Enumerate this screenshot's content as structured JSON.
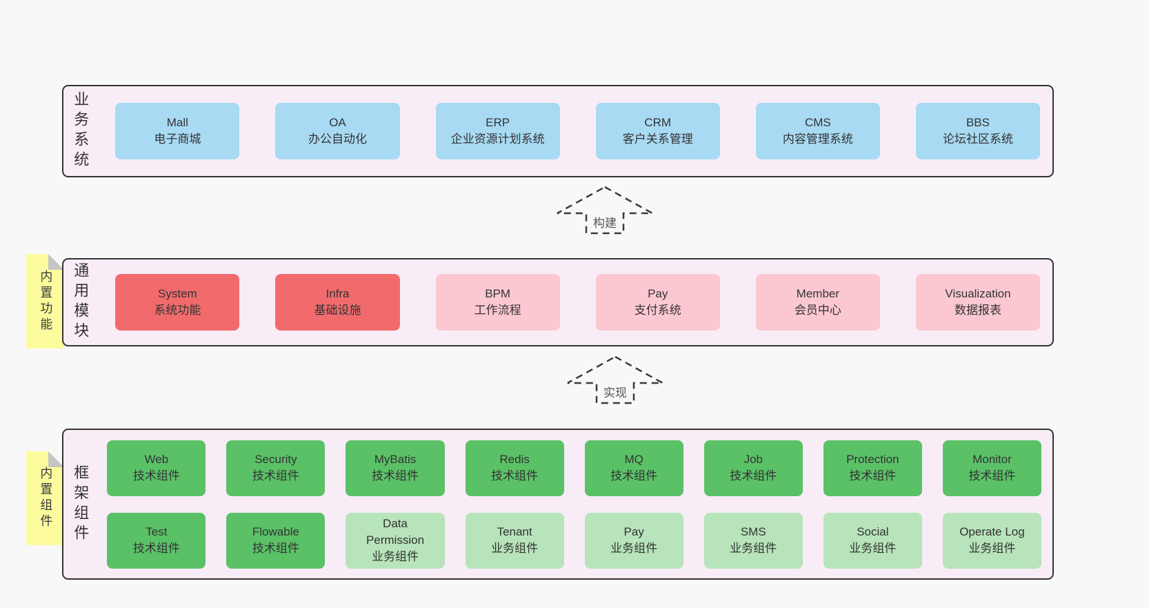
{
  "colors": {
    "blue": "#a8daf3",
    "red": "#f16b6d",
    "pink": "#fbc8d2",
    "green": "#5ac167",
    "lightgreen": "#b7e4ba",
    "panel_bg": "#f8edf7",
    "panel_border": "#333333",
    "tag_bg": "#fcfc9e",
    "page_bg": "#f8f8f8"
  },
  "sections": {
    "business": {
      "label": "业务系统",
      "boxes": [
        {
          "en": "Mall",
          "zh": "电子商城",
          "color": "blue"
        },
        {
          "en": "OA",
          "zh": "办公自动化",
          "color": "blue"
        },
        {
          "en": "ERP",
          "zh": "企业资源计划系统",
          "color": "blue"
        },
        {
          "en": "CRM",
          "zh": "客户关系管理",
          "color": "blue"
        },
        {
          "en": "CMS",
          "zh": "内容管理系统",
          "color": "blue"
        },
        {
          "en": "BBS",
          "zh": "论坛社区系统",
          "color": "blue"
        }
      ]
    },
    "modules": {
      "label": "通用模块",
      "tag": "内置功能",
      "boxes": [
        {
          "en": "System",
          "zh": "系统功能",
          "color": "red"
        },
        {
          "en": "Infra",
          "zh": "基础设施",
          "color": "red"
        },
        {
          "en": "BPM",
          "zh": "工作流程",
          "color": "pink"
        },
        {
          "en": "Pay",
          "zh": "支付系统",
          "color": "pink"
        },
        {
          "en": "Member",
          "zh": "会员中心",
          "color": "pink"
        },
        {
          "en": "Visualization",
          "zh": "数据报表",
          "color": "pink"
        }
      ]
    },
    "framework": {
      "label": "框架组件",
      "tag": "内置组件",
      "boxes": [
        {
          "en": "Web",
          "zh": "技术组件",
          "color": "green"
        },
        {
          "en": "Security",
          "zh": "技术组件",
          "color": "green"
        },
        {
          "en": "MyBatis",
          "zh": "技术组件",
          "color": "green"
        },
        {
          "en": "Redis",
          "zh": "技术组件",
          "color": "green"
        },
        {
          "en": "MQ",
          "zh": "技术组件",
          "color": "green"
        },
        {
          "en": "Job",
          "zh": "技术组件",
          "color": "green"
        },
        {
          "en": "Protection",
          "zh": "技术组件",
          "color": "green"
        },
        {
          "en": "Monitor",
          "zh": "技术组件",
          "color": "green"
        },
        {
          "en": "Test",
          "zh": "技术组件",
          "color": "green"
        },
        {
          "en": "Flowable",
          "zh": "技术组件",
          "color": "green"
        },
        {
          "en": "Data Permission",
          "zh": "业务组件",
          "color": "lightgreen"
        },
        {
          "en": "Tenant",
          "zh": "业务组件",
          "color": "lightgreen"
        },
        {
          "en": "Pay",
          "zh": "业务组件",
          "color": "lightgreen"
        },
        {
          "en": "SMS",
          "zh": "业务组件",
          "color": "lightgreen"
        },
        {
          "en": "Social",
          "zh": "业务组件",
          "color": "lightgreen"
        },
        {
          "en": "Operate Log",
          "zh": "业务组件",
          "color": "lightgreen"
        }
      ]
    }
  },
  "arrows": [
    {
      "label": "构建"
    },
    {
      "label": "实现"
    }
  ]
}
